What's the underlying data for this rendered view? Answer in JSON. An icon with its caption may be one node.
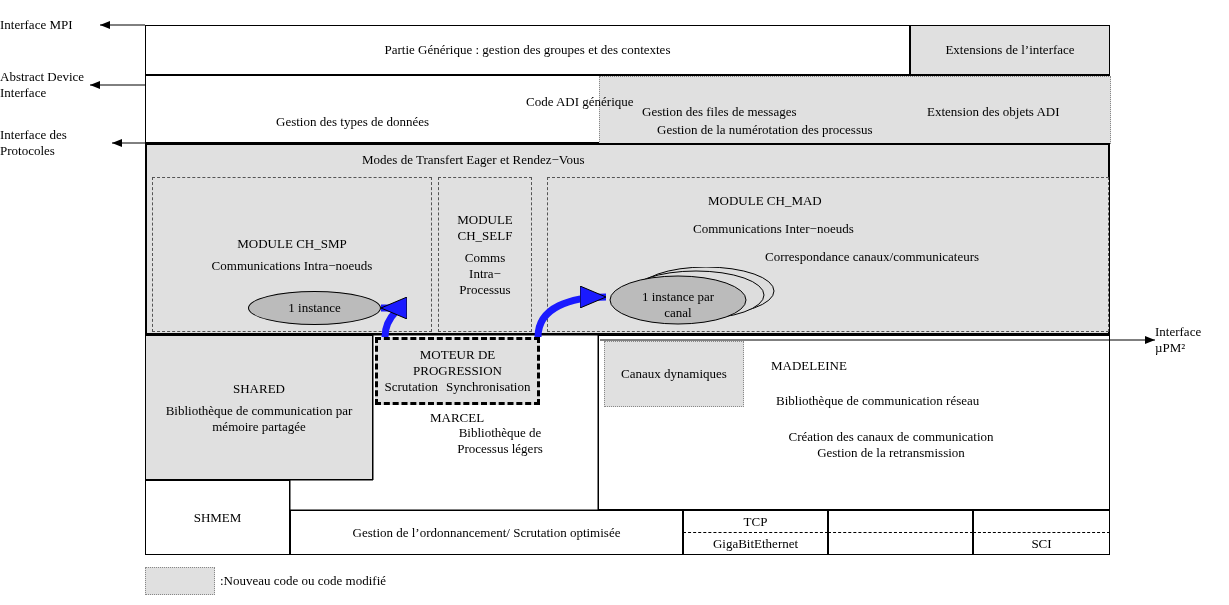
{
  "diagram": {
    "nodes": [
      {
        "text": [
          "Interface MPI"
        ]
      },
      {
        "text": [
          "Partie Générique : gestion des groupes et des contextes"
        ]
      },
      {
        "text": [
          "Extensions de l’interface"
        ]
      },
      {
        "text": [
          "Abstract Device Interface"
        ]
      },
      {
        "text": [
          "Gestion des types de données",
          "Code ADI générique"
        ]
      },
      {
        "text": [
          "Gestion des files de messages",
          "Extension des objets ADI",
          "Gestion de la numérotation des processus"
        ],
        "in": 4
      },
      {
        "text": [
          "Interface des Protocoles"
        ]
      },
      {
        "text": [
          "Modes de Transfert Eager et Rendez−Vous"
        ]
      },
      {
        "text": [
          "MODULE CH_SMP",
          "Communications Intra−noeuds"
        ],
        "in": 7
      },
      {
        "text": [
          "1 instance"
        ],
        "in": 8
      },
      {
        "text": [
          "MODULE CH_SELF",
          "Comms Intra− Processus"
        ],
        "in": 7
      },
      {
        "text": [
          "MODULE CH_MAD",
          "Communications Inter−noeuds",
          "Correspondance canaux/communicateurs"
        ],
        "in": 7
      },
      {
        "text": [
          "1 instance par canal"
        ],
        "in": 11
      },
      {
        "text": [
          "SHARED",
          "Bibliothèque de communication par mémoire partagée"
        ]
      },
      {
        "text": [
          "MARCEL",
          "Bibliothèque de Processus légers"
        ]
      },
      {
        "text": [
          "MOTEUR DE PROGRESSION",
          "Scrutation",
          "Synchronisation"
        ],
        "in": 14
      },
      {
        "text": [
          "MADELEINE",
          "Bibliothèque de communication réseau",
          "Création des canaux de communication Gestion de la retransmission"
        ]
      },
      {
        "text": [
          "Canaux dynamiques"
        ],
        "in": 16
      },
      {
        "text": [
          "Interface µPM²"
        ]
      },
      {
        "text": [
          "SHMEM"
        ]
      },
      {
        "text": [
          "Gestion de l’ordonnancement/ Scrutation optimisée"
        ]
      },
      {
        "text": [
          "TCP"
        ]
      },
      {
        "text": [
          "GigaBitEthernet"
        ]
      },
      {
        "text": [],
        "shape": "box"
      },
      {
        "text": [],
        "shape": "box"
      },
      {
        "text": [],
        "shape": "box"
      },
      {
        "text": [
          "SCI"
        ]
      }
    ],
    "edges": [
      {
        "from": 1,
        "to": 0,
        "arrow": "to"
      },
      {
        "from": 4,
        "to": 3,
        "arrow": "to"
      },
      {
        "from": 7,
        "to": 6,
        "arrow": "to"
      },
      {
        "from": 16,
        "to": 18,
        "arrow": "to"
      },
      {
        "from": 15,
        "to": 9,
        "arrow": "to",
        "style": "thick",
        "color": "#1a1aff"
      },
      {
        "from": 15,
        "to": 12,
        "arrow": "to",
        "style": "thick",
        "color": "#1a1aff"
      }
    ],
    "legend": [
      {
        "text": ":Nouveau code ou code modifié",
        "color": "#e0e0e0"
      }
    ]
  }
}
